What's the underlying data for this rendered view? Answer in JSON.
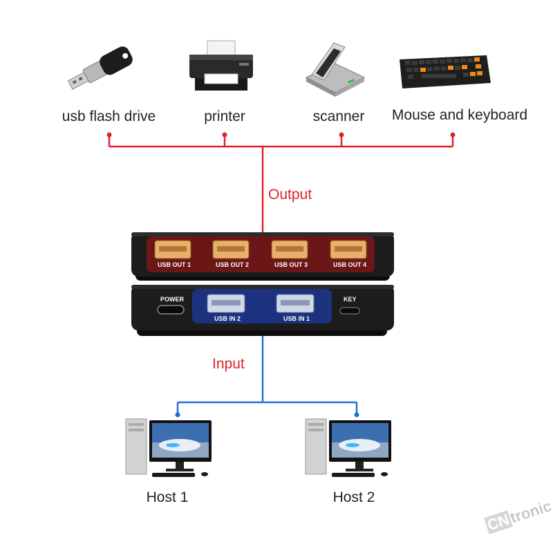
{
  "devices": [
    {
      "name": "usb-flash-drive",
      "label": "usb flash drive"
    },
    {
      "name": "printer",
      "label": "printer"
    },
    {
      "name": "scanner",
      "label": "scanner"
    },
    {
      "name": "mouse-and-keyboard",
      "label": "Mouse and keyboard"
    }
  ],
  "flow": {
    "output_label": "Output",
    "input_label": "Input"
  },
  "hub": {
    "output_ports": [
      "USB OUT 1",
      "USB OUT 2",
      "USB OUT 3",
      "USB OUT 4"
    ],
    "input_ports": [
      "USB IN 2",
      "USB IN 1"
    ],
    "power_label": "POWER",
    "key_label": "KEY"
  },
  "hosts": [
    {
      "label": "Host 1"
    },
    {
      "label": "Host 2"
    }
  ],
  "watermark": {
    "brand": "CNtronic"
  },
  "colors": {
    "output": "#e0202a",
    "input": "#1f6fd6",
    "hub_body": "#1c1c1c"
  }
}
